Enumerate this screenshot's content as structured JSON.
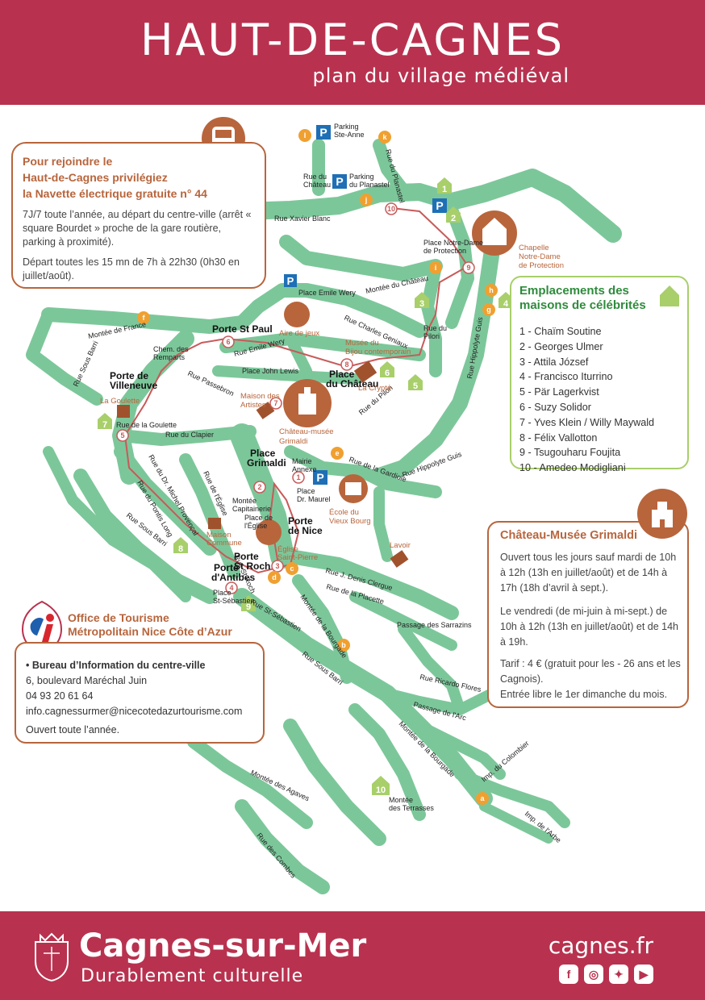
{
  "header": {
    "title": "HAUT-DE-CAGNES",
    "subtitle": "plan du village médiéval"
  },
  "transport_card": {
    "heading_line1": "Pour rejoindre le",
    "heading_line2": "Haut-de-Cagnes privilégiez",
    "heading_line3": "la Navette électrique gratuite n° 44",
    "description": "7J/7 toute l’année, au départ du centre-ville (arrêt « square Bourdet » proche de la gare routière, parking à proximité).",
    "schedule": "Départ toutes les 15 mn de 7h à 22h30 (0h30 en juillet/août)."
  },
  "celebrities_card": {
    "heading_line1": "Emplacements des",
    "heading_line2": "maisons de célébrités",
    "items": [
      "1 - Chaïm Soutine",
      "2 - Georges Ulmer",
      "3 - Attila József",
      "4 - Francisco Iturrino",
      "5 - Pär Lagerkvist",
      "6 - Suzy Solidor",
      "7 - Yves Klein / Willy Maywald",
      "8 - Félix Vallotton",
      "9 - Tsugouharu Foujita",
      "10 - Amedeo Modigliani"
    ]
  },
  "chateau_card": {
    "heading": "Château-Musée Grimaldi",
    "hours": "Ouvert tous les jours sauf mardi de 10h à 12h (13h en juillet/août) et de 14h à 17h (18h d’avril à sept.).",
    "friday": "Le vendredi (de mi-juin à mi-sept.) de 10h à 12h (13h en juillet/août) et de 14h à 19h.",
    "price": "Tarif : 4 € (gratuit pour les - 26 ans et les Cagnois).",
    "free_entry": "Entrée libre le 1er dimanche du mois."
  },
  "tourism_office": {
    "heading_line1": "Office de Tourisme",
    "heading_line2": "Métropolitain Nice Côte d’Azur",
    "bureau": "• Bureau d’Information du centre-ville",
    "address": "6, boulevard Maréchal Juin",
    "phone": "04 93 20 61 64",
    "email": "info.cagnessurmer@nicecotedazurtourisme.com",
    "open": "Ouvert toute l’année."
  },
  "footer": {
    "city": "Cagnes-sur-Mer",
    "tagline": "Durablement culturelle",
    "website": "cagnes.fr",
    "social_icons": [
      "facebook-icon",
      "instagram-icon",
      "twitter-icon",
      "youtube-icon"
    ]
  },
  "colors": {
    "brand": "#b8324f",
    "street": "#7cc79a",
    "accent_brown": "#b8653c",
    "marker_orange": "#f0a030",
    "celebrity_green": "#a8cf6a",
    "parking_blue": "#1e6fb5"
  },
  "map_labels": {
    "streets": [
      "Rue Xavier Blanc",
      "Montée du Château",
      "Rue Hippolyte Guis",
      "Rue du Pilori",
      "Rue Charles Geniaux",
      "Rue Émile Wery",
      "Place John Lewis",
      "Rue Passebron",
      "Rue Sous Barri",
      "Rue du Clapier",
      "Rue de la Goulette",
      "Rue du Dr. Michel Provençal",
      "Rue du Pontis Long",
      "Rue Sous Barri",
      "Rue de la Gardiole",
      "Rue J. Denis Clergue",
      "Rue de la Placette",
      "Montée de la Bourgade",
      "Passage des Sarrazins",
      "Rue Ricardo Flores",
      "Passage de l'Arc",
      "Montée des Agaves",
      "Rue des Combes",
      "Montée des Terrasses",
      "Imp. du Colombier",
      "Imp. de l'Arbe",
      "Montée de France",
      "Rue du Planastel",
      "Rue du Château",
      "Rue St Roch",
      "Rue St-Sébastien",
      "Rue de l'Église",
      "Montée de la Bourgade",
      "Rue Sous Barri"
    ],
    "places": [
      "Place Grimaldi",
      "Place du Château",
      "Place Notre-Dame de Protection",
      "Place Émile Wery",
      "Place Dr. Maurel",
      "Place de l'Église",
      "Place St-Sébastien",
      "Mairie Annexe",
      "Montée Capitainerie",
      "Chem. des Remparts"
    ],
    "gates": [
      "Porte St Paul",
      "Porte de Villeneuve",
      "Porte de Nice",
      "Porte d'Antibes",
      "Porte St Roch"
    ],
    "landmarks": [
      "Château-musée Grimaldi",
      "Chapelle Notre-Dame de Protection",
      "Aire de jeux",
      "Musée du Bijou contemporain",
      "La Crypte",
      "Maison des Artistes",
      "La Goulette",
      "École du Vieux Bourg",
      "Lavoir",
      "Maison Commune",
      "Église Saint-Pierre"
    ],
    "parking": [
      "Parking Ste-Anne",
      "Parking du Planastel"
    ],
    "letters": [
      "a",
      "b",
      "c",
      "d",
      "e",
      "f",
      "g",
      "h",
      "i",
      "j",
      "k",
      "l"
    ],
    "numbers": [
      "1",
      "2",
      "3",
      "4",
      "5",
      "6",
      "7",
      "8",
      "9",
      "10"
    ]
  }
}
